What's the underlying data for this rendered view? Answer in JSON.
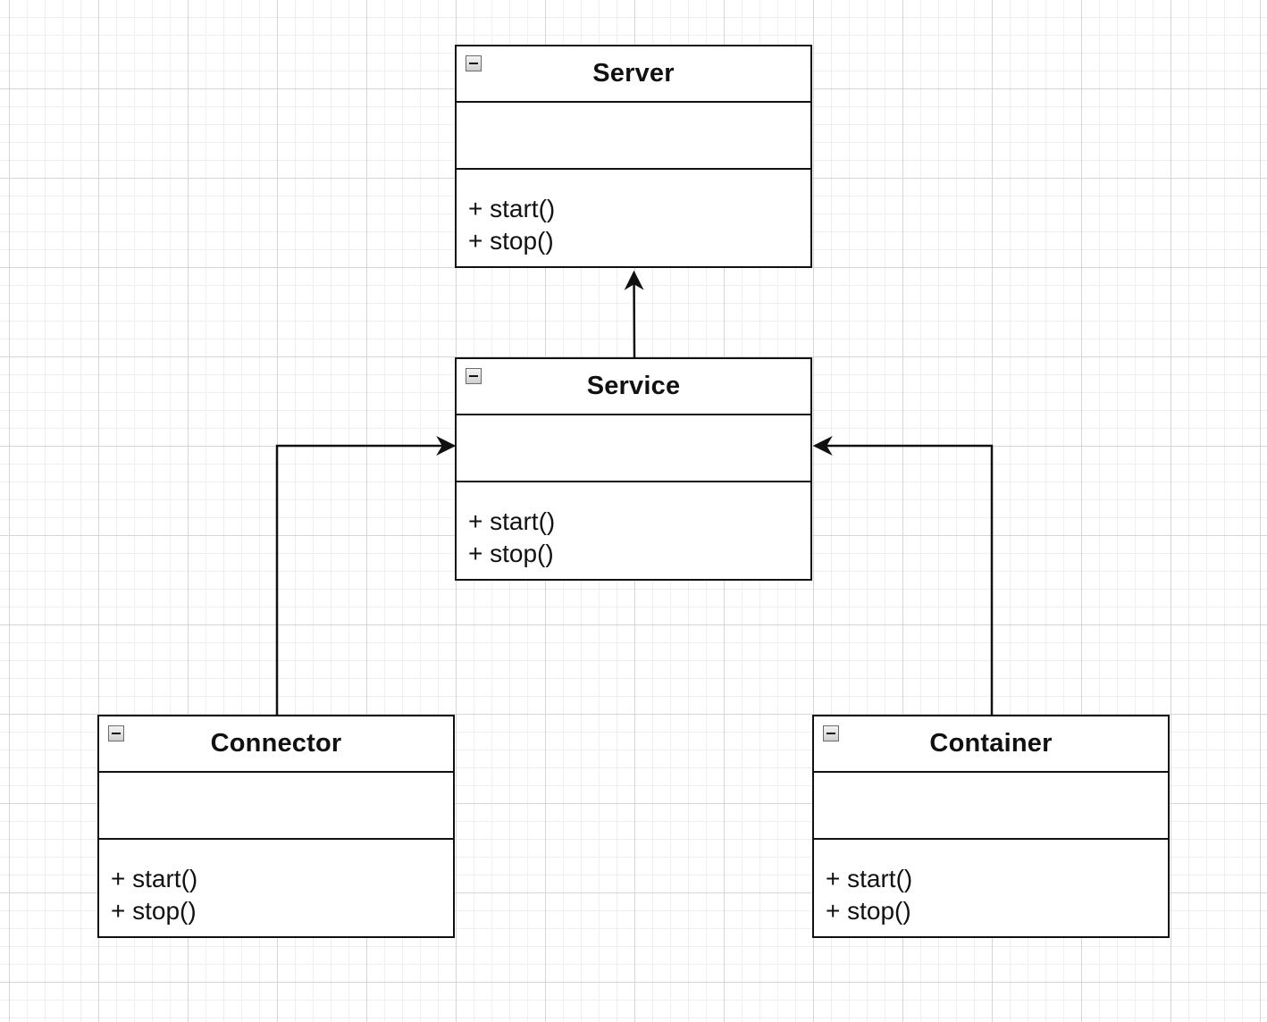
{
  "diagram": {
    "classes": [
      {
        "id": "server",
        "name": "Server",
        "attributes": [],
        "methods": [
          "+ start()",
          "+ stop()"
        ]
      },
      {
        "id": "service",
        "name": "Service",
        "attributes": [],
        "methods": [
          "+ start()",
          "+ stop()"
        ]
      },
      {
        "id": "connector",
        "name": "Connector",
        "attributes": [],
        "methods": [
          "+ start()",
          "+ stop()"
        ]
      },
      {
        "id": "container",
        "name": "Container",
        "attributes": [],
        "methods": [
          "+ start()",
          "+ stop()"
        ]
      }
    ],
    "edges": [
      {
        "from": "service",
        "to": "server"
      },
      {
        "from": "connector",
        "to": "service"
      },
      {
        "from": "container",
        "to": "service"
      }
    ],
    "colors": {
      "line": "#111111",
      "grid_major": "#d6d6d6",
      "grid_minor": "#efefef",
      "background": "#ffffff"
    },
    "icons": {
      "collapse": "collapse-icon"
    }
  }
}
